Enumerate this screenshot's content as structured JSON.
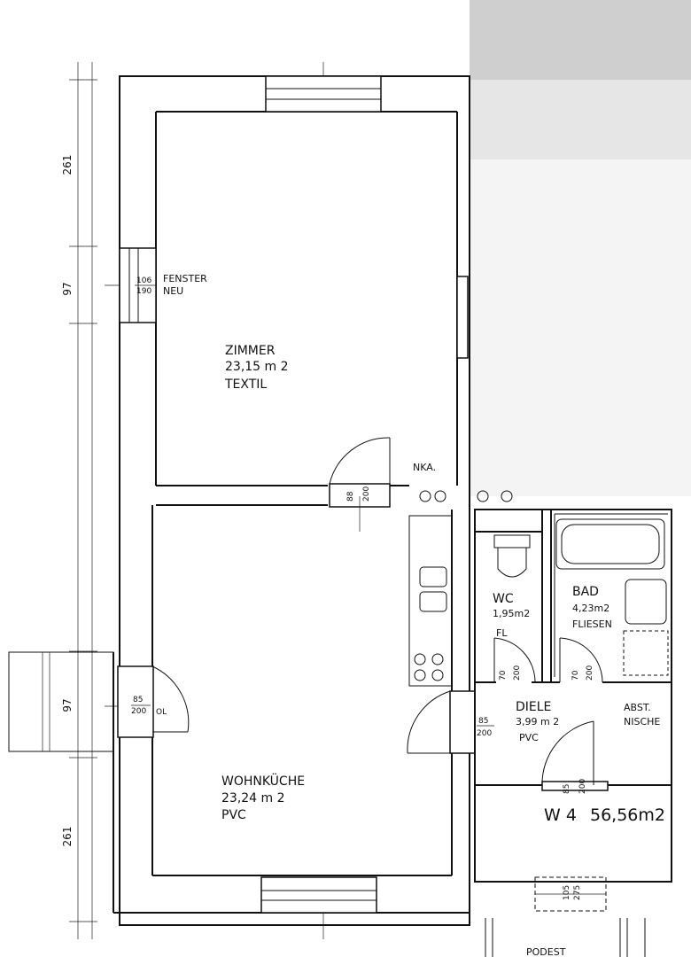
{
  "rooms": {
    "zimmer": {
      "name": "ZIMMER",
      "area": "23,15 m 2",
      "floor": "TEXTIL"
    },
    "wohnkueche": {
      "name": "WOHNKÜCHE",
      "area": "23,24 m 2",
      "floor": "PVC"
    },
    "wc": {
      "name": "WC",
      "area": "1,95m2",
      "floor": "FL"
    },
    "bad": {
      "name": "BAD",
      "area": "4,23m2",
      "floor": "FLIESEN"
    },
    "diele": {
      "name": "DIELE",
      "area": "3,99 m 2",
      "floor": "PVC"
    },
    "nische": {
      "name": "ABST.",
      "name2": "NISCHE"
    },
    "podest": {
      "name": "PODEST"
    }
  },
  "notes": {
    "fenster": "FENSTER",
    "neu": "NEU",
    "nka": "NKA.",
    "ol": "OL"
  },
  "dimensions": {
    "left_top": "261",
    "left_mid": "97",
    "left_bottom_97": "97",
    "left_bottom": "261",
    "fenster_w": "106",
    "fenster_h": "190",
    "door_zimmer_w": "88",
    "door_zimmer_h": "200",
    "balcony_door_w": "85",
    "balcony_door_h": "200",
    "wc_door_w": "70",
    "wc_door_h": "200",
    "bad_door_w": "70",
    "bad_door_h": "200",
    "kitchen_door_w": "85",
    "kitchen_door_h": "200",
    "entry_door_w": "85",
    "entry_door_h": "200",
    "stair_w": "105",
    "stair_h": "275"
  },
  "unit": {
    "label": "W 4",
    "area": "56,56m2"
  }
}
